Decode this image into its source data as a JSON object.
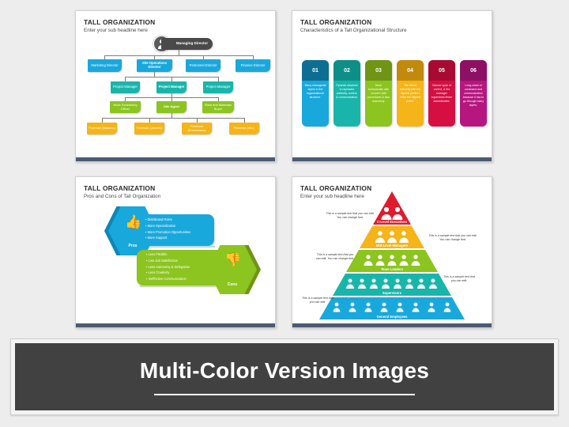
{
  "banner": {
    "text": "Multi-Color Version Images"
  },
  "slide1": {
    "title": "TALL ORGANIZATION",
    "subtitle": "Enter your sub headline here",
    "root": {
      "label": "Managing Director",
      "icon": "person-avatar-icon"
    },
    "level_directors": [
      {
        "label": "Marketing Director"
      },
      {
        "label": "Site Operations Director"
      },
      {
        "label": "Personnel Director"
      },
      {
        "label": "Finance Director"
      }
    ],
    "level_managers": [
      {
        "label": "Project Manager"
      },
      {
        "label": "Project Manager"
      },
      {
        "label": "Project Manager"
      }
    ],
    "level_officers": [
      {
        "label": "Work Scheduling Officer"
      },
      {
        "label": "Site Agent"
      },
      {
        "label": "Plant and Materials Buyer"
      }
    ],
    "level_foremen": [
      {
        "label": "Foreman (Masons)"
      },
      {
        "label": "Foreman (Joiners)"
      },
      {
        "label": "Foreman (Electricians)"
      },
      {
        "label": "Foreman (etc.)"
      }
    ],
    "colors": {
      "root": "#4a4a4a",
      "directors": "#19a8dc",
      "managers": "#19b5ab",
      "officers": "#8cc420",
      "foremen": "#f5b417"
    }
  },
  "slide2": {
    "title": "TALL ORGANIZATION",
    "subtitle": "Characteristics of a Tall Organizational Structure",
    "cards": [
      {
        "number": "01",
        "text": "Many managerial layers in the organizational structure.",
        "head_color": "#0e6e92",
        "body_color": "#19a8dc"
      },
      {
        "number": "02",
        "text": "Pyramid structure to represent authority, control, & communication.",
        "head_color": "#0d8f88",
        "body_color": "#19b5ab"
      },
      {
        "number": "03",
        "text": "More bureaucratic with concern with procedures & less autonomy.",
        "head_color": "#6f9416",
        "body_color": "#8cc420"
      },
      {
        "number": "04",
        "text": "The tiered authority with the highest position holds the highest power.",
        "head_color": "#c28a0c",
        "body_color": "#f5b417"
      },
      {
        "number": "05",
        "text": "Narrow span of control, & the manager supervises fewer subordinates.",
        "head_color": "#a70b33",
        "body_color": "#d50f41"
      },
      {
        "number": "06",
        "text": "Long-chain of command and communication because it has to go through many layers.",
        "head_color": "#8e1064",
        "body_color": "#b5177f"
      }
    ]
  },
  "slide3": {
    "title": "TALL ORGANIZATION",
    "subtitle": "Pros and Cons of Tall Organization",
    "pros": {
      "label": "Pros",
      "icon": "thumbs-up-icon",
      "color": "#19a8dc",
      "items": [
        "Distributed Roles",
        "More Specialization",
        "More Promotion Opportunities",
        "More Support"
      ]
    },
    "cons": {
      "label": "Cons",
      "icon": "thumbs-down-icon",
      "color": "#8cc420",
      "items": [
        "Less Flexible",
        "Low Job Satisfaction",
        "Less Autonomy & Delegation",
        "Less Creativity",
        "Ineffective Communication"
      ]
    }
  },
  "slide4": {
    "title": "TALL ORGANIZATION",
    "subtitle": "Enter your sub headline here",
    "levels": [
      {
        "label": "C-Level Executives",
        "color": "#e01b2e",
        "people": 2
      },
      {
        "label": "Mid-Level Managers",
        "color": "#f5b417",
        "people": 3
      },
      {
        "label": "Team Leaders",
        "color": "#8cc420",
        "people": 5
      },
      {
        "label": "Supervisors",
        "color": "#19b5ab",
        "people": 8
      },
      {
        "label": "General Employees",
        "color": "#19a8dc",
        "people": 9
      }
    ],
    "annotations": [
      "This is a sample text that you can edit. You can change font.",
      "This is a sample text that you can edit. You can change font.",
      "This is a sample text that you can edit. You can change font.",
      "This is a sample text that you can edit.",
      "This is a sample text that you can edit."
    ]
  }
}
